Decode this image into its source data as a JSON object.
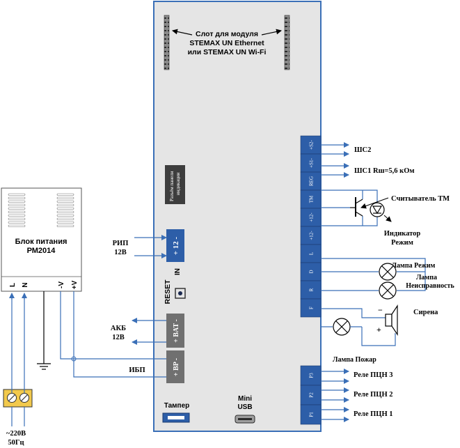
{
  "module_slot": {
    "line1": "Слот для модуля",
    "line2": "STEMAX UN Ethernet",
    "line3": "или STEMAX UN Wi-Fi"
  },
  "indication_connector": {
    "line1": "Разъём панели",
    "line2": "индикации"
  },
  "psu": {
    "title_line1": "Блок питания",
    "title_line2": "РМ2014",
    "pins": [
      "L",
      "N",
      "-V",
      "+V"
    ],
    "mains_line1": "~220В",
    "mains_line2": "50Гц"
  },
  "power_input": {
    "label_line1": "РИП",
    "label_line2": "12В",
    "terminal": "+ 12 -",
    "in_label": "IN"
  },
  "reset_label": "RESET",
  "battery": {
    "label_line1": "АКБ",
    "label_line2": "12В",
    "terminal": "+ BAT -"
  },
  "ups": {
    "label": "ИБП",
    "terminal": "+ BP -"
  },
  "tamper_label": "Тампер",
  "usb": {
    "line1": "Mini",
    "line2": "USB"
  },
  "right_terminals": [
    "+S2-",
    "+S1-",
    "REG",
    "TM",
    "+12-",
    "+12-",
    "L",
    "D",
    "R",
    "F"
  ],
  "relay_terminals": [
    "P3",
    "P2",
    "P1"
  ],
  "labels": {
    "shs2": "ШС2",
    "shs1": "ШС1  Rш=5,6 кОм",
    "reader": "Считыватель ТМ",
    "indicator_line1": "Индикатор",
    "indicator_line2": "Режим",
    "lamp_mode": "Лампа Режим",
    "lamp_fault_line1": "Лампа",
    "lamp_fault_line2": "Неисправность",
    "siren": "Сирена",
    "lamp_fire": "Лампа Пожар",
    "relay3": "Реле ПЦН 3",
    "relay2": "Реле ПЦН 2",
    "relay1": "Реле ПЦН 1"
  },
  "colors": {
    "board_fill": "#e5e5e5",
    "board_border": "#3a6fb7",
    "terminal_fill": "#2d5ea8",
    "wire": "#3a6fb7",
    "terminal_block": "#f2c94c"
  }
}
